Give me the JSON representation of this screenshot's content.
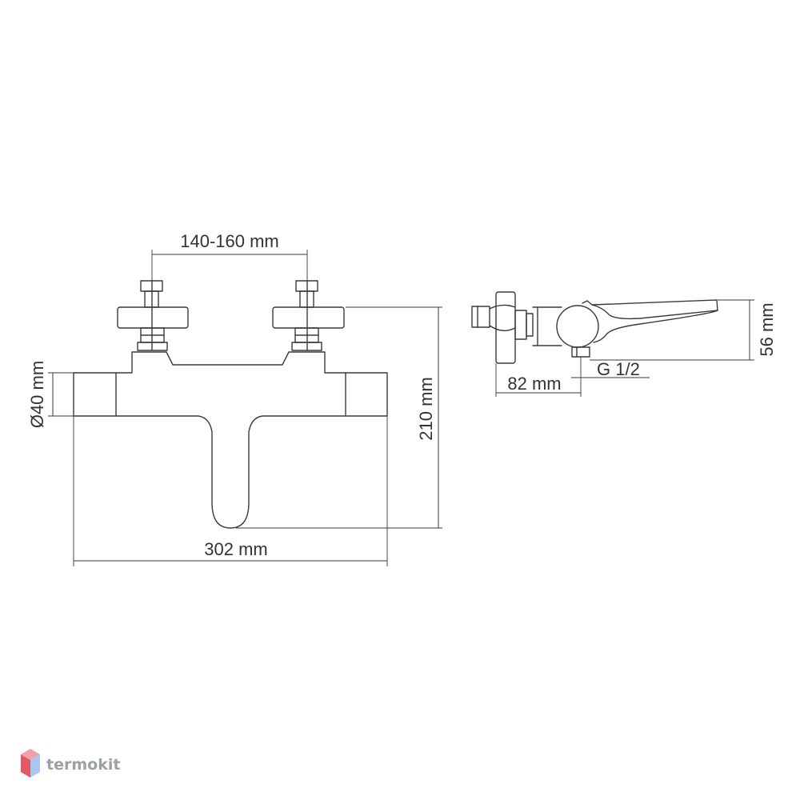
{
  "dimensions": {
    "inlet_spacing": "140-160 mm",
    "body_diameter": "Ø40 mm",
    "total_height": "210 mm",
    "total_width": "302 mm",
    "side_height": "56 mm",
    "wall_projection": "82 mm",
    "thread": "G 1/2"
  },
  "watermark": {
    "brand": "termokit",
    "colors": {
      "top": "#f0a0a6",
      "left": "#e05a66",
      "right": "#a6c8f0"
    }
  }
}
